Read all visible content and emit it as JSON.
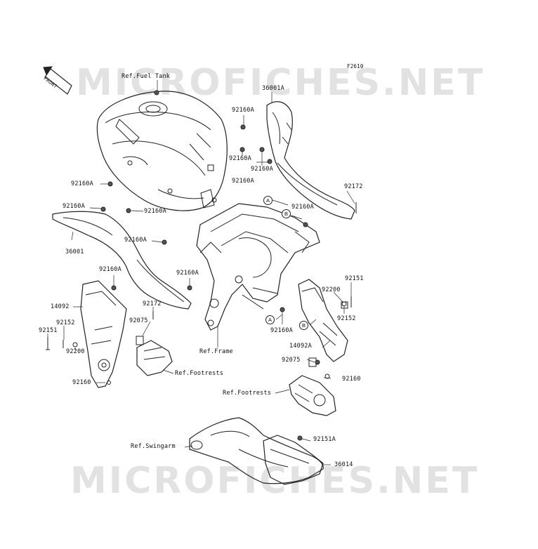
{
  "figure_code": "F2610",
  "watermark": "MICROFICHES.NET",
  "front_label": "FRONT",
  "refs": {
    "fuel_tank": "Ref.Fuel Tank",
    "frame": "Ref.Frame",
    "footrests_left": "Ref.Footrests",
    "footrests_right": "Ref.Footrests",
    "swingarm": "Ref.Swingarm"
  },
  "markers": {
    "a": "A",
    "b": "B"
  },
  "parts": {
    "p36001A": "36001A",
    "p92160A_1": "92160A",
    "p92160A_2": "92160A",
    "p92160A_3": "92160A",
    "p92160A_4": "92160A",
    "p92172_r": "92172",
    "p92160A_5": "92160A",
    "p92160A_6": "92160A",
    "p92160A_7": "92160A",
    "p92160A_8": "92160A",
    "p36001": "36001",
    "p92160A_9": "92160A",
    "p92160A_10": "92160A",
    "p92160A_11": "92160A",
    "p14092": "14092",
    "p92172_l": "92172",
    "p92152_l": "92152",
    "p92151_l": "92151",
    "p92075_l": "92075",
    "p92200_l": "92200",
    "p92160_l": "92160",
    "p92151_r": "92151",
    "p92200_r": "92200",
    "p92152_r": "92152",
    "p92160A_12": "92160A",
    "p14092A": "14092A",
    "p92075_r": "92075",
    "p92160_r": "92160",
    "p92151A": "92151A",
    "p36014": "36014"
  }
}
